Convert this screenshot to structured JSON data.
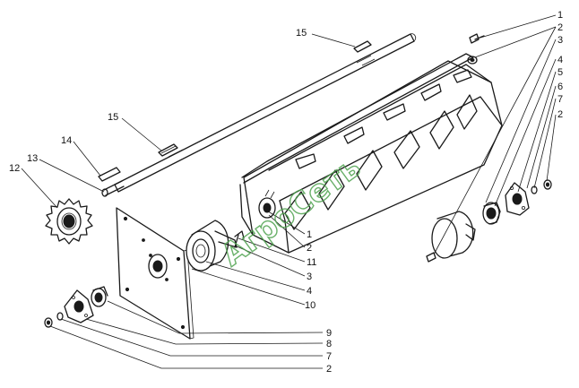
{
  "watermark": {
    "text": "АгроСеть",
    "color": "#4fa34f"
  },
  "callouts": {
    "n1": "1",
    "n2": "2",
    "n3": "3",
    "n4": "4",
    "n5": "5",
    "n6": "6",
    "n7": "7",
    "n8": "8",
    "n9": "9",
    "n10": "10",
    "n11": "11",
    "n12": "12",
    "n13": "13",
    "n14": "14",
    "n15": "15"
  }
}
